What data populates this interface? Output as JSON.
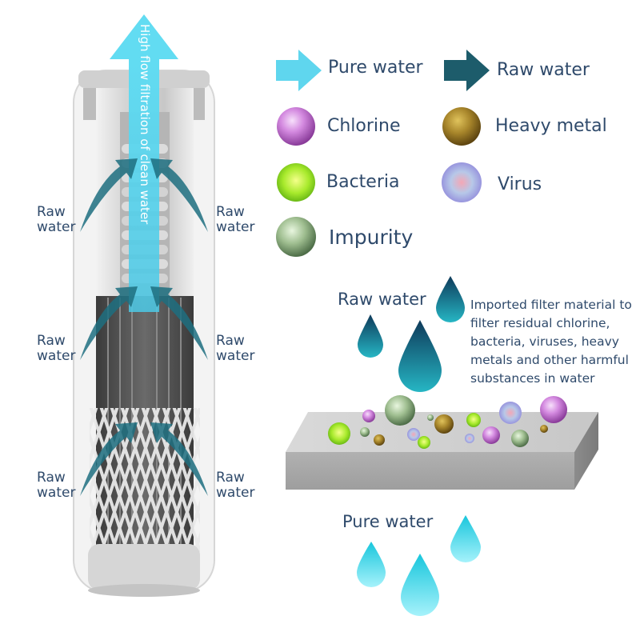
{
  "legend": {
    "pure_water": "Pure water",
    "raw_water": "Raw water",
    "chlorine": "Chlorine",
    "heavy_metal": "Heavy metal",
    "bacteria": "Bacteria",
    "virus": "Virus",
    "impurity": "Impurity"
  },
  "filter": {
    "flow_text": "High flow filtration of clean water",
    "side_labels": {
      "raw": "Raw",
      "water": "water"
    }
  },
  "diagram": {
    "raw_water_label": "Raw water",
    "pure_water_label": "Pure water",
    "description": "Imported filter material to filter residual chlorine, bacteria, viruses, heavy metals and other harmful substances in water"
  },
  "colors": {
    "pure_arrow": "#5fd6ee",
    "raw_arrow": "#1d5c6b",
    "chlorine": "#c77ad6",
    "heavy_metal": "#9a7a25",
    "bacteria": "#9ee83a",
    "virus": "#a9b3e8",
    "impurity": "#9dbb91",
    "text": "#2f4a6b"
  }
}
